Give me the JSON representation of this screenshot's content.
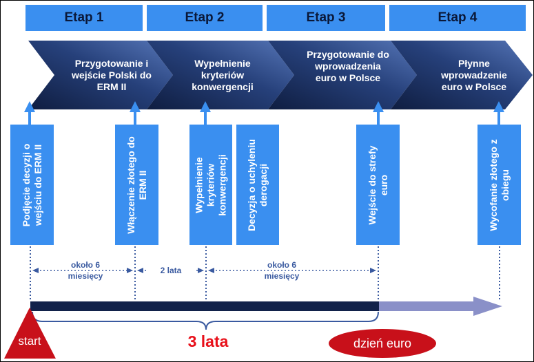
{
  "stages": [
    {
      "title": "Etap 1",
      "description": [
        "Przygotowanie i",
        "wejście Polski do",
        "ERM II"
      ]
    },
    {
      "title": "Etap 2",
      "description": [
        "Wypełnienie",
        "kryteriów",
        "konwergencji"
      ]
    },
    {
      "title": "Etap 3",
      "description": [
        "Przygotowanie do",
        "wprowadzenia",
        "euro w Polsce"
      ]
    },
    {
      "title": "Etap 4",
      "description": [
        "Płynne",
        "wprowadzenie",
        "euro w Polsce"
      ]
    }
  ],
  "milestones": [
    {
      "text": [
        "Podjęcie decyzji o",
        "wejściu do ERM II"
      ]
    },
    {
      "text": [
        "Włączenie złotego do",
        "ERM II"
      ]
    },
    {
      "text": [
        "Wypełnienie",
        "kryteriów",
        "konwergencji"
      ]
    },
    {
      "text": [
        "Decyzja o uchyleniu",
        "derogacji"
      ]
    },
    {
      "text": [
        "Wejście do strefy",
        "euro"
      ]
    },
    {
      "text": [
        "Wycofanie złotego z",
        "obiegu"
      ]
    }
  ],
  "durations": [
    {
      "text": [
        "około 6",
        "miesięcy"
      ]
    },
    {
      "text": [
        "2 lata"
      ]
    },
    {
      "text": [
        "około 6",
        "miesięcy"
      ]
    }
  ],
  "start_label": "start",
  "total_label": "3 lata",
  "euro_day_label": "dzień euro",
  "colors": {
    "header_blue": "#3a8ff0",
    "chevron_dark_navy": "#0f1d40",
    "chevron_light_blue": "#5676b8",
    "timeline_bar": "#12224a",
    "arrow_lavender": "#8a90c8",
    "accent_red": "#c8101a"
  }
}
